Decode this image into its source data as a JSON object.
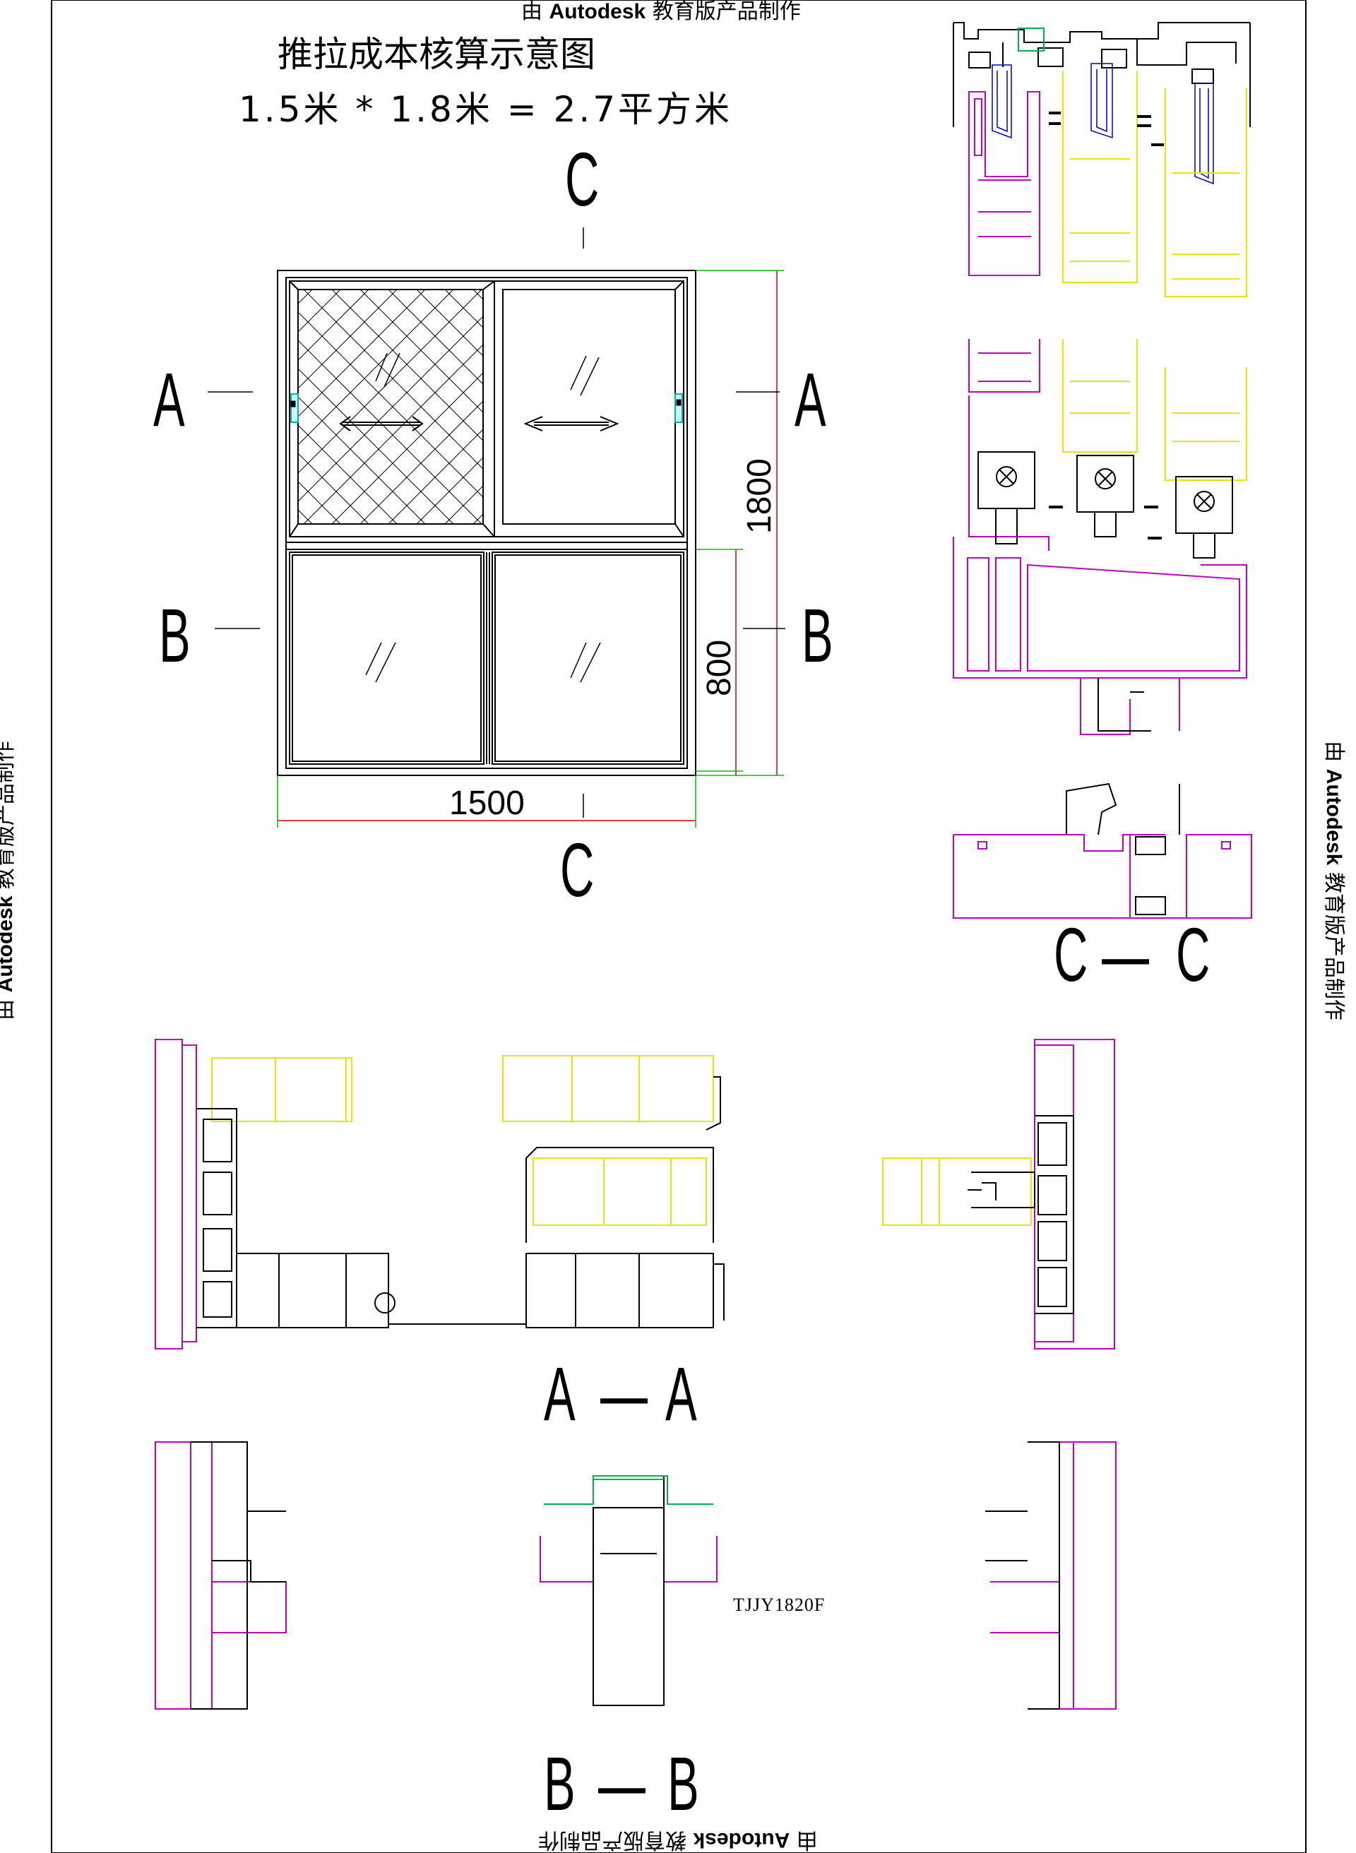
{
  "watermark": {
    "prefix": "由",
    "brand": "Autodesk",
    "suffix": "教育版产品制作"
  },
  "title": {
    "main": "推拉成本核算示意图",
    "formula": "1.5米 * 1.8米 = 2.7平方米"
  },
  "elevation": {
    "width_dim": "1500",
    "height_dim": "1800",
    "lower_dim": "800",
    "section_marks": {
      "a": "A",
      "b": "B",
      "c": "C"
    }
  },
  "sections": {
    "cc_label": {
      "left": "C",
      "sep": "—",
      "right": "C"
    },
    "aa_label": {
      "left": "A",
      "sep": "—",
      "right": "A"
    },
    "bb_label": {
      "left": "B",
      "sep": "—",
      "right": "B"
    },
    "profile_code": "TJJY1820F"
  },
  "colors": {
    "frame": "#c000c0",
    "glazing": "#e6e600",
    "seal": "#00b050",
    "track": "#0000c0",
    "dimension": "#e00000",
    "extension": "#00c000",
    "line": "#000000"
  }
}
